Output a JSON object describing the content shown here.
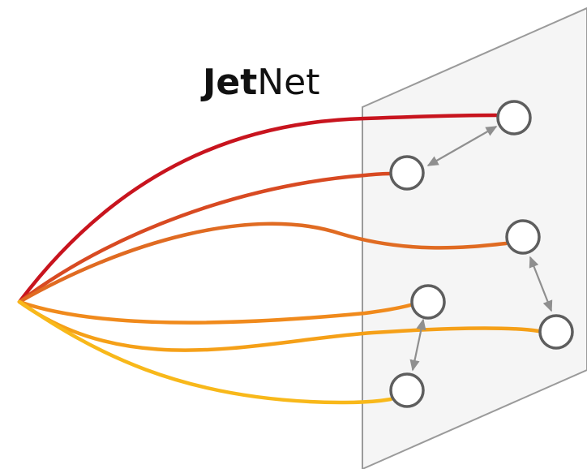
{
  "title": {
    "bold": "Jet",
    "regular": "Net"
  },
  "colors": {
    "panel_fill": "#f5f5f5",
    "panel_stroke": "#9a9a9a",
    "node_stroke": "#5e5e5e",
    "arrow": "#8f8f8f",
    "background": "#ffffff"
  },
  "tracks": [
    {
      "color": "#c8141e"
    },
    {
      "color": "#d84a22"
    },
    {
      "color": "#e06b22"
    },
    {
      "color": "#f08a1c"
    },
    {
      "color": "#f5a018"
    },
    {
      "color": "#f8b81a"
    }
  ],
  "nodes": [
    {
      "id": "n1"
    },
    {
      "id": "n2"
    },
    {
      "id": "n3"
    },
    {
      "id": "n4"
    },
    {
      "id": "n5"
    },
    {
      "id": "n6"
    }
  ],
  "links": [
    {
      "from": "n1",
      "to": "n2"
    },
    {
      "from": "n3",
      "to": "n5"
    },
    {
      "from": "n4",
      "to": "n6"
    }
  ]
}
